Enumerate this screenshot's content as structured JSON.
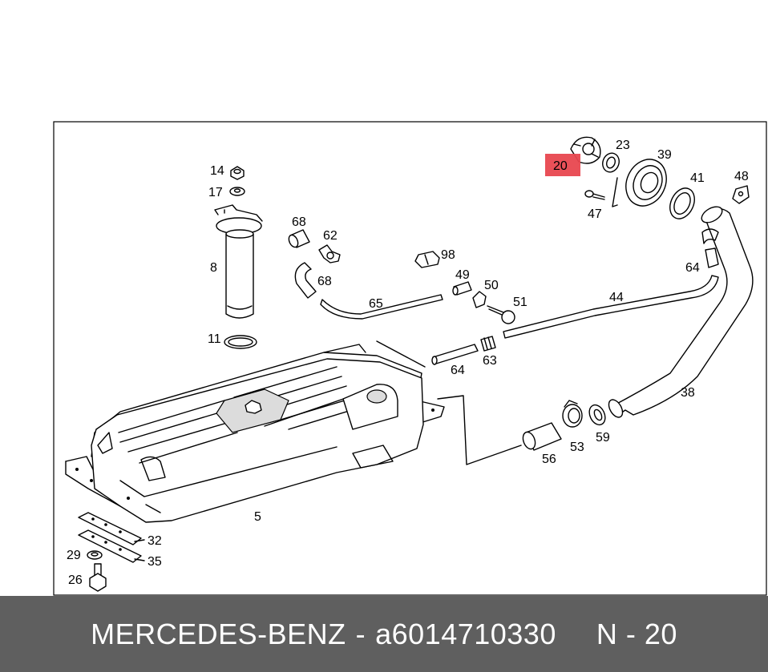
{
  "footer": {
    "brand": "MERCEDES-BENZ",
    "separator": "-",
    "part_number": "a6014710330",
    "position_ref": "N - 20"
  },
  "highlight": {
    "label": "20",
    "color": "#e8474f"
  },
  "callouts": [
    {
      "id": "c14",
      "label": "14"
    },
    {
      "id": "c17",
      "label": "17"
    },
    {
      "id": "c8",
      "label": "8"
    },
    {
      "id": "c11",
      "label": "11"
    },
    {
      "id": "c68a",
      "label": "68"
    },
    {
      "id": "c62",
      "label": "62"
    },
    {
      "id": "c68b",
      "label": "68"
    },
    {
      "id": "c65",
      "label": "65"
    },
    {
      "id": "c98",
      "label": "98"
    },
    {
      "id": "c49",
      "label": "49"
    },
    {
      "id": "c50",
      "label": "50"
    },
    {
      "id": "c51",
      "label": "51"
    },
    {
      "id": "c64a",
      "label": "64"
    },
    {
      "id": "c63",
      "label": "63"
    },
    {
      "id": "c44",
      "label": "44"
    },
    {
      "id": "c23",
      "label": "23"
    },
    {
      "id": "c39",
      "label": "39"
    },
    {
      "id": "c41",
      "label": "41"
    },
    {
      "id": "c48",
      "label": "48"
    },
    {
      "id": "c47",
      "label": "47"
    },
    {
      "id": "c64b",
      "label": "64"
    },
    {
      "id": "c38",
      "label": "38"
    },
    {
      "id": "c53",
      "label": "53"
    },
    {
      "id": "c59",
      "label": "59"
    },
    {
      "id": "c56",
      "label": "56"
    },
    {
      "id": "c5",
      "label": "5"
    },
    {
      "id": "c32",
      "label": "32"
    },
    {
      "id": "c29",
      "label": "29"
    },
    {
      "id": "c35",
      "label": "35"
    },
    {
      "id": "c26",
      "label": "26"
    }
  ]
}
